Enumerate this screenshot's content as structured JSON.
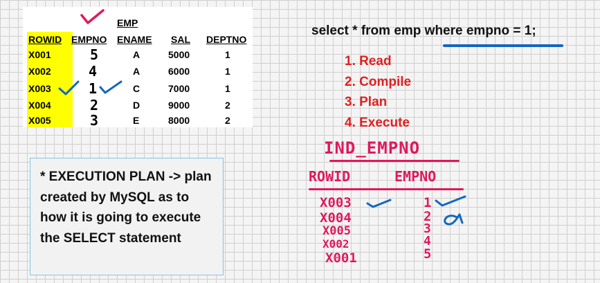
{
  "table": {
    "header_top": "EMP",
    "columns": [
      "ROWID",
      "EMPNO",
      "ENAME",
      "SAL",
      "DEPTNO"
    ],
    "rows": [
      [
        "X001",
        "5",
        "A",
        "5000",
        "1"
      ],
      [
        "X002",
        "4",
        "A",
        "6000",
        "1"
      ],
      [
        "X003",
        "1",
        "C",
        "7000",
        "1"
      ],
      [
        "X004",
        "2",
        "D",
        "9000",
        "2"
      ],
      [
        "X005",
        "3",
        "E",
        "8000",
        "2"
      ]
    ]
  },
  "query": "select * from emp where empno = 1;",
  "steps": [
    "1. Read",
    "2. Compile",
    "3. Plan",
    "4. Execute"
  ],
  "plan_note": "* EXECUTION PLAN -> plan created by MySQL as to how it is going to execute the SELECT statement",
  "index": {
    "title": "IND_EMPNO",
    "columns": [
      "ROWID",
      "EMPNO"
    ],
    "rowids": [
      "X003",
      "X004",
      "X005",
      "X002",
      "X001"
    ],
    "empnos": [
      "1",
      "2",
      "3",
      "4",
      "5"
    ]
  },
  "colors": {
    "highlight": "#ffff00",
    "red_ink": "#e0185c",
    "blue_ink": "#1466c0",
    "steps": "#e02020"
  }
}
